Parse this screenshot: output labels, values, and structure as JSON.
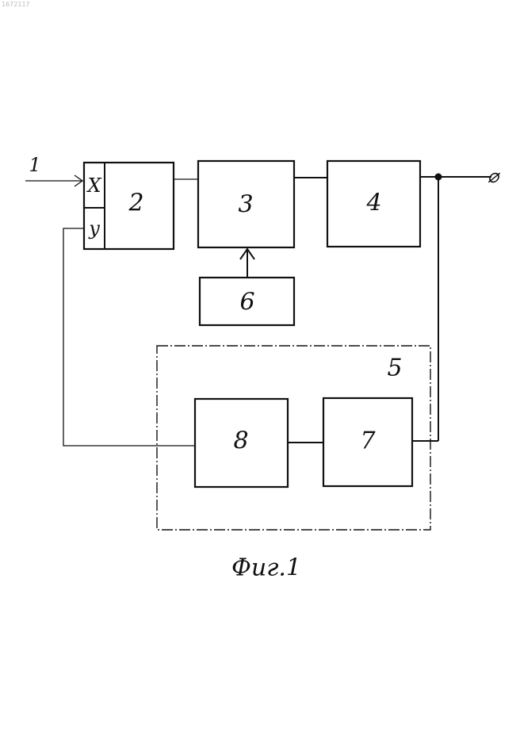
{
  "header": {
    "doc_number": "1672117"
  },
  "blocks": {
    "b2": "2",
    "b3": "3",
    "b4": "4",
    "b5": "5",
    "b6": "6",
    "b7": "7",
    "b8": "8"
  },
  "inputs": {
    "x": "X",
    "y": "y"
  },
  "input_label": "1",
  "output_symbol": "⌀",
  "caption": "Фиг.1"
}
